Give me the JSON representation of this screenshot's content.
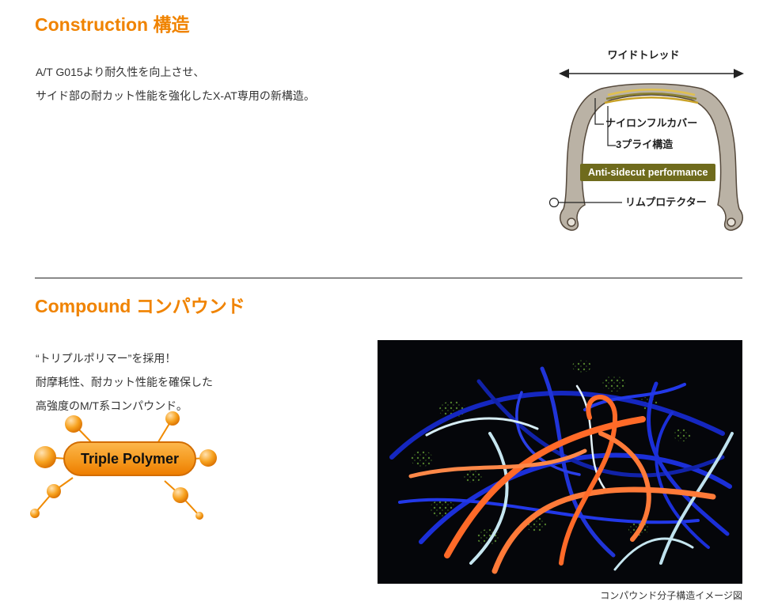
{
  "construction": {
    "heading": "Construction 構造",
    "line1": "A/T G015より耐久性を向上させ、",
    "line2": "サイド部の耐カット性能を強化したX-AT専用の新構造。",
    "diagram": {
      "wide_tread": "ワイドトレッド",
      "nylon_full_cover": "ナイロンフルカバー",
      "three_ply": "3プライ構造",
      "anti_sidecut_badge": "Anti-sidecut performance",
      "rim_protector": "リムプロテクター"
    }
  },
  "compound": {
    "heading": "Compound コンパウンド",
    "line1": "“トリプルポリマー”を採用！",
    "line2": "耐摩耗性、耐カット性能を確保した",
    "line3": "高強度のM/T系コンパウンド。",
    "triple_polymer": "Triple Polymer",
    "caption": "コンパウンド分子構造イメージ図"
  },
  "colors": {
    "accent_orange": "#f08300",
    "badge_olive": "#6f6b1d",
    "text_dark": "#333333",
    "molecule_blue": "#1b2fd8",
    "molecule_orange": "#ff6a28",
    "molecule_cyan": "#c6e6f0"
  }
}
